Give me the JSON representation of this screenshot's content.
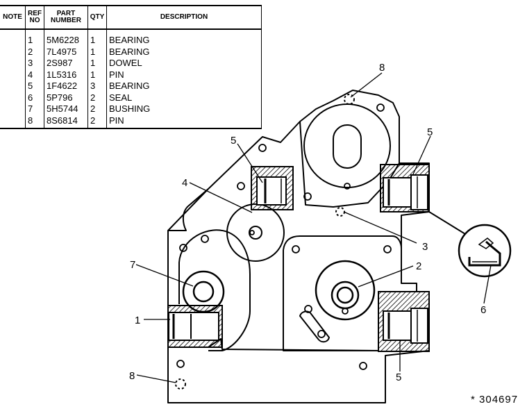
{
  "parts_table": {
    "headers": {
      "note": "NOTE",
      "ref_no": "REF NO",
      "part_number": "PART NUMBER",
      "qty": "QTY",
      "description": "DESCRIPTION"
    },
    "rows": [
      {
        "note": "",
        "ref": "1",
        "part": "5M6228",
        "qty": "1",
        "desc": "BEARING"
      },
      {
        "note": "",
        "ref": "2",
        "part": "7L4975",
        "qty": "1",
        "desc": "BEARING"
      },
      {
        "note": "",
        "ref": "3",
        "part": "2S987",
        "qty": "1",
        "desc": "DOWEL"
      },
      {
        "note": "",
        "ref": "4",
        "part": "1L5316",
        "qty": "1",
        "desc": "PIN"
      },
      {
        "note": "",
        "ref": "5",
        "part": "1F4622",
        "qty": "3",
        "desc": "BEARING"
      },
      {
        "note": "",
        "ref": "6",
        "part": "5P796",
        "qty": "2",
        "desc": "SEAL"
      },
      {
        "note": "",
        "ref": "7",
        "part": "5H5744",
        "qty": "2",
        "desc": "BUSHING"
      },
      {
        "note": "",
        "ref": "8",
        "part": "8S6814",
        "qty": "2",
        "desc": "PIN"
      }
    ]
  },
  "callouts": {
    "c8_top": "8",
    "c5_left": "5",
    "c5_right": "5",
    "c4": "4",
    "c3": "3",
    "c7": "7",
    "c2": "2",
    "c6": "6",
    "c1": "1",
    "c8_bottom": "8",
    "c5_bottom": "5"
  },
  "figure_number": "* 304697",
  "colors": {
    "ink": "#000000",
    "paper": "#ffffff"
  }
}
